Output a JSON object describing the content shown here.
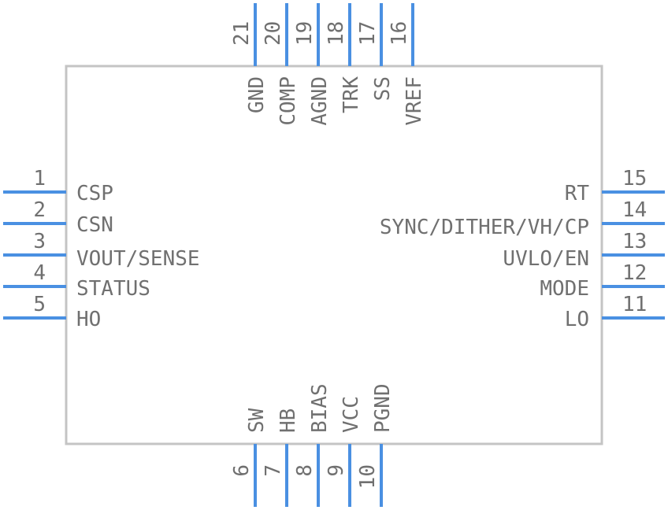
{
  "colors": {
    "pin": "#4a90e2",
    "body_outline": "#c4c4c4",
    "text": "#707070"
  },
  "pins": {
    "left": [
      {
        "number": "1",
        "name": "CSP"
      },
      {
        "number": "2",
        "name": "CSN"
      },
      {
        "number": "3",
        "name": "VOUT/SENSE"
      },
      {
        "number": "4",
        "name": "STATUS"
      },
      {
        "number": "5",
        "name": "HO"
      }
    ],
    "right": [
      {
        "number": "15",
        "name": "RT"
      },
      {
        "number": "14",
        "name": "SYNC/DITHER/VH/CP"
      },
      {
        "number": "13",
        "name": "UVLO/EN"
      },
      {
        "number": "12",
        "name": "MODE"
      },
      {
        "number": "11",
        "name": "LO"
      }
    ],
    "top": [
      {
        "number": "21",
        "name": "GND"
      },
      {
        "number": "20",
        "name": "COMP"
      },
      {
        "number": "19",
        "name": "AGND"
      },
      {
        "number": "18",
        "name": "TRK"
      },
      {
        "number": "17",
        "name": "SS"
      },
      {
        "number": "16",
        "name": "VREF"
      }
    ],
    "bottom": [
      {
        "number": "6",
        "name": "SW"
      },
      {
        "number": "7",
        "name": "HB"
      },
      {
        "number": "8",
        "name": "BIAS"
      },
      {
        "number": "9",
        "name": "VCC"
      },
      {
        "number": "10",
        "name": "PGND"
      }
    ]
  }
}
